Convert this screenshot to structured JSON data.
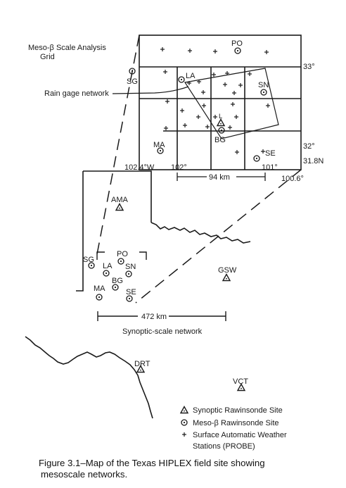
{
  "inset": {
    "title_line1": "Meso-β Scale Analysis",
    "title_line2": "Grid",
    "raingage_label": "Rain gage network",
    "lat_labels": [
      "33°",
      "32°",
      "31.8N"
    ],
    "lon_labels": [
      "102.4°W",
      "102°",
      "101°",
      "100.6°"
    ],
    "scale_label": "94 km",
    "stations": [
      "PO",
      "LA",
      "SN",
      "SG",
      "L",
      "BG",
      "MA",
      "SE"
    ]
  },
  "main": {
    "scale_label": "472 km",
    "network_label": "Synoptic-scale network",
    "synoptic_sites": [
      "AMA",
      "GSW",
      "DRT",
      "VCT"
    ],
    "meso_sites": [
      "SG",
      "LA",
      "PO",
      "SN",
      "BG",
      "MA",
      "SE"
    ]
  },
  "legend": {
    "items": [
      {
        "symbol": "triangle",
        "text": "Synoptic Rawinsonde Site"
      },
      {
        "symbol": "circle",
        "text": "Meso-β Rawinsonde Site"
      },
      {
        "symbol": "plus",
        "text": "Surface Automatic Weather"
      }
    ],
    "continuation": "Stations (PROBE)"
  },
  "caption": {
    "line1": "Figure 3.1–Map of the Texas HIPLEX field site showing",
    "line2": "mesoscale networks."
  }
}
